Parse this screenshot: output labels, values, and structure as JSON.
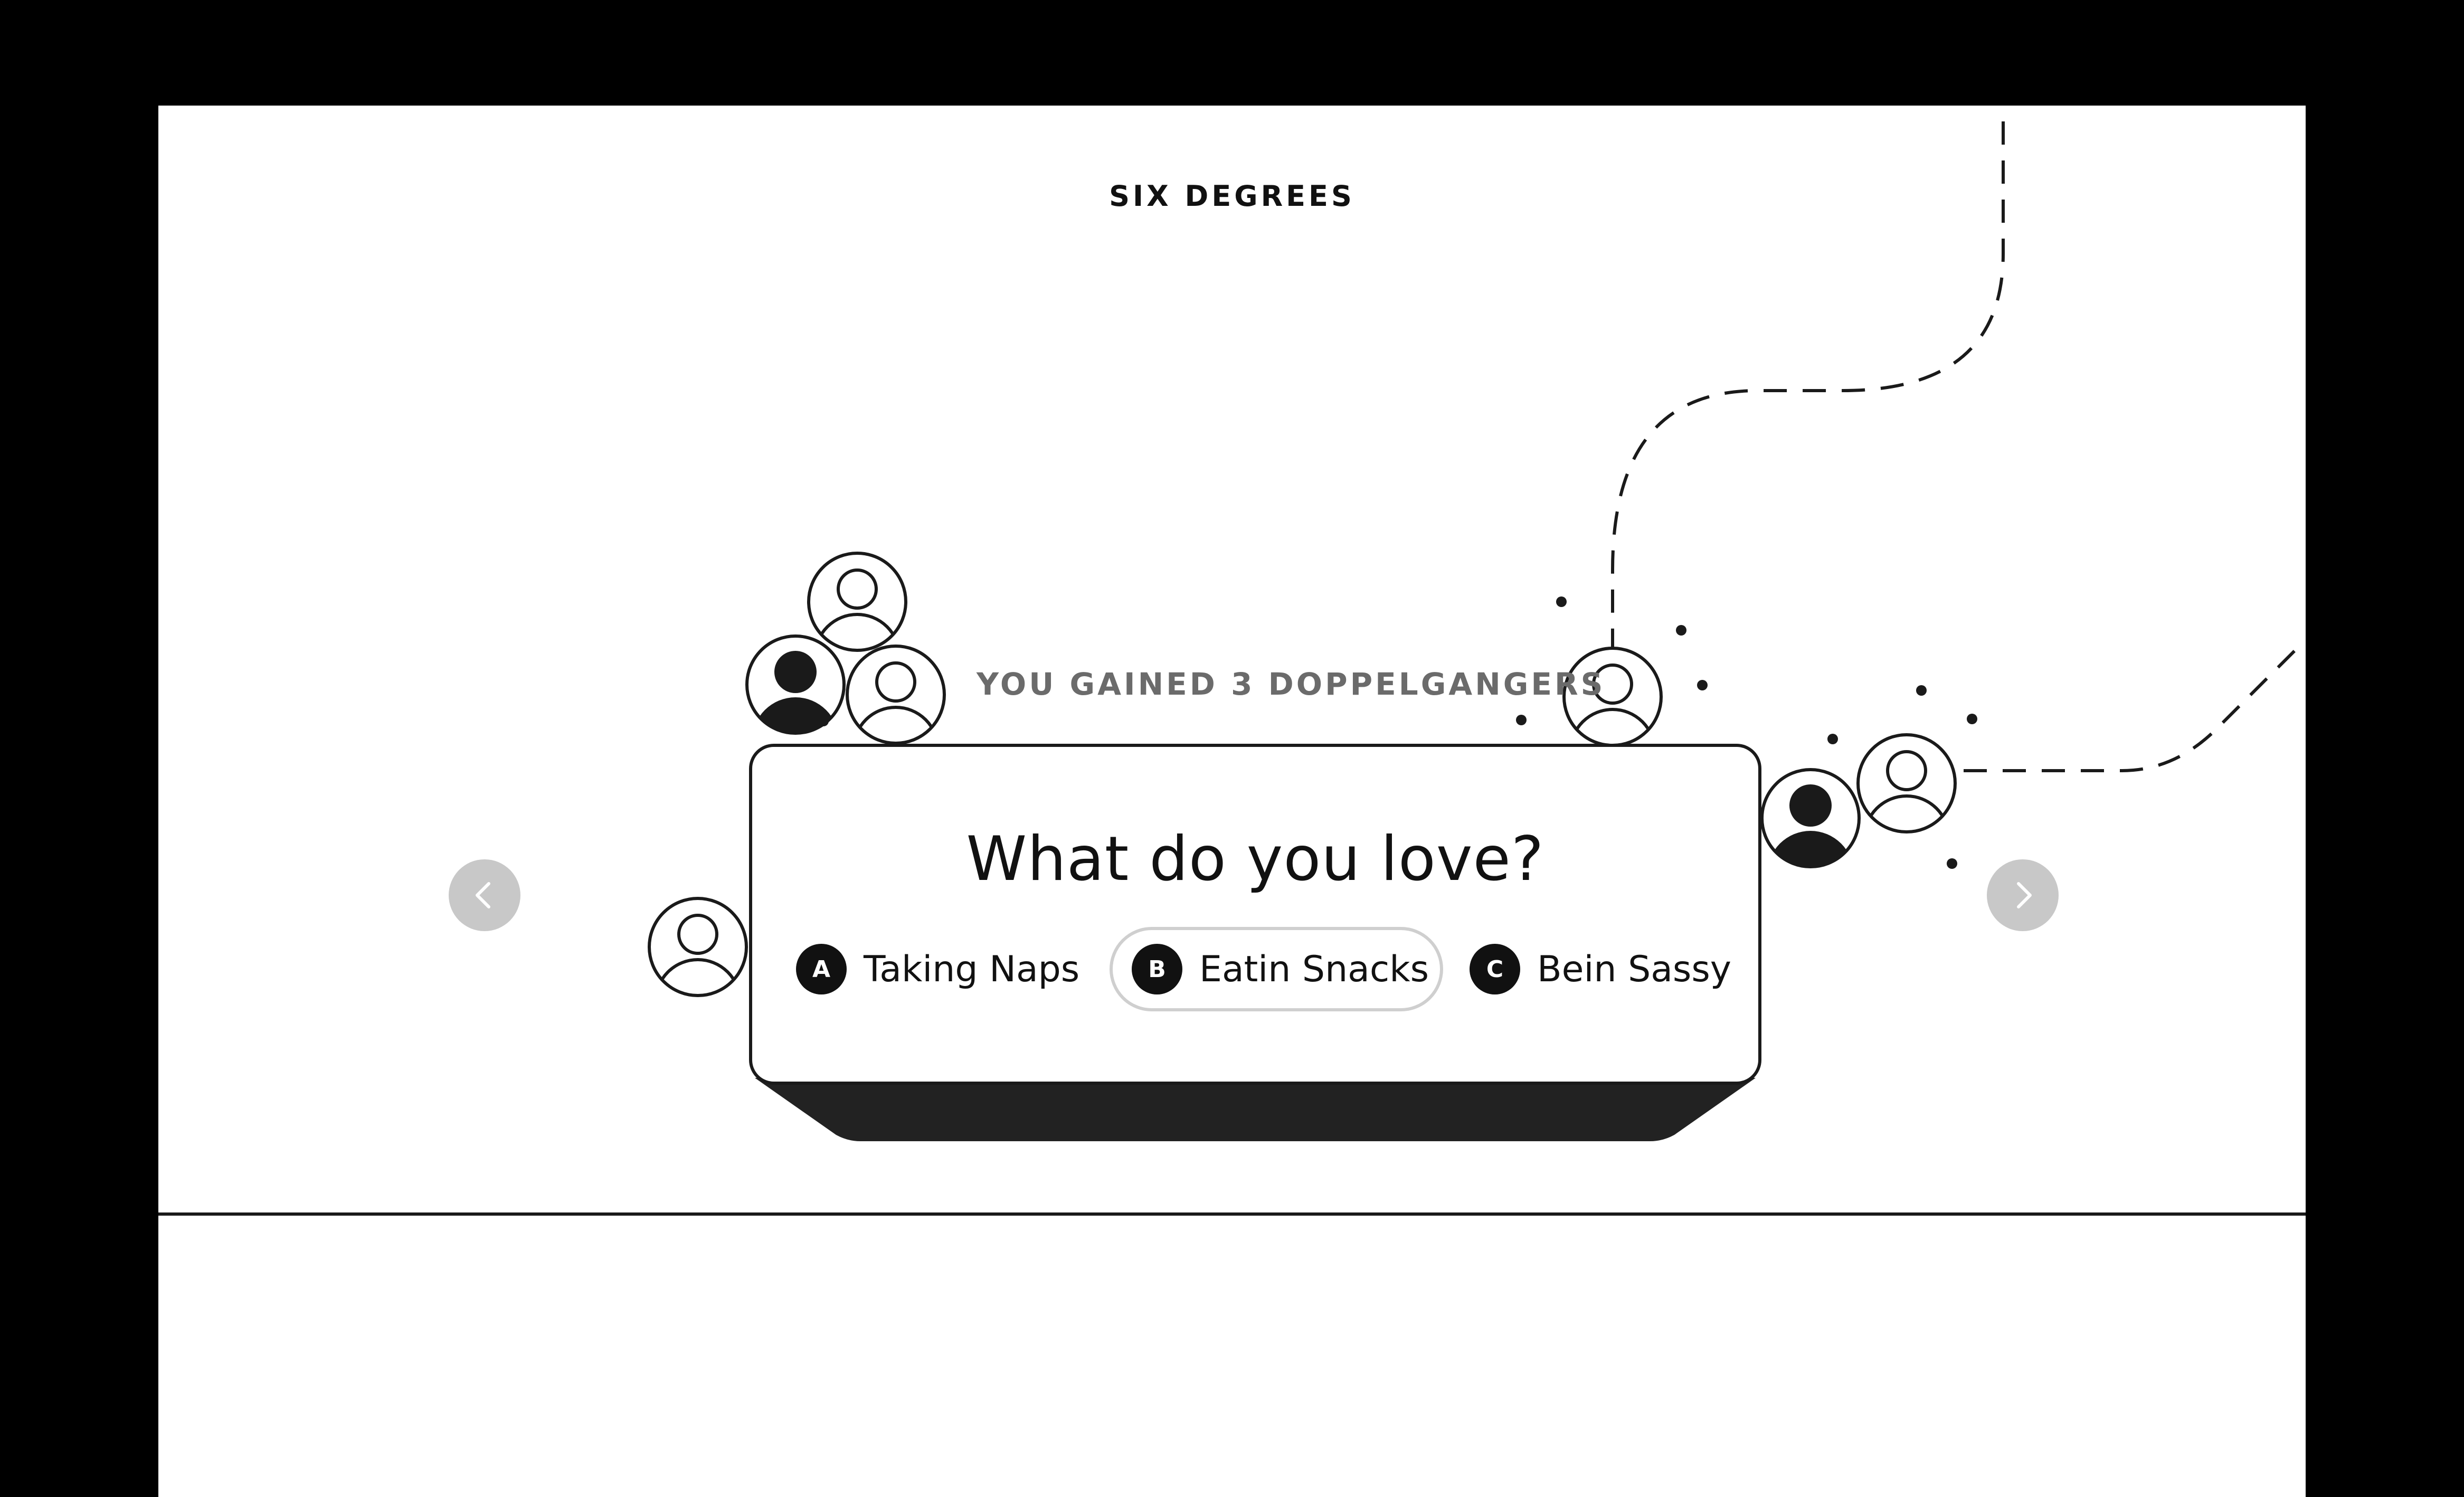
{
  "header": {
    "title": "SIX DEGREES"
  },
  "status": {
    "gained_text": "YOU GAINED 3 DOPPELGANGERS"
  },
  "question": {
    "text": "What do you love?",
    "options": [
      {
        "letter": "A",
        "label": "Taking Naps",
        "selected": false
      },
      {
        "letter": "B",
        "label": "Eatin Snacks",
        "selected": true
      },
      {
        "letter": "C",
        "label": "Bein Sassy",
        "selected": false
      }
    ]
  },
  "navigation": {
    "prev_icon": "chevron-left-icon",
    "next_icon": "chevron-right-icon"
  },
  "colors": {
    "ink": "#111111",
    "muted_text": "#6b6b6b",
    "nav_button": "#c8c8c8",
    "selected_outline": "#cfcfcf"
  }
}
